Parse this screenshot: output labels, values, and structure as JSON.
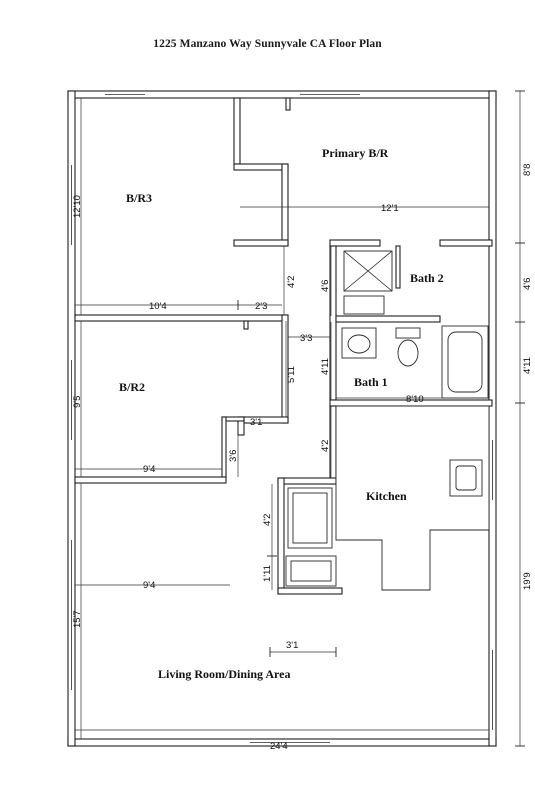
{
  "title": "1225 Manzano Way  Sunnyvale CA Floor Plan",
  "rooms": {
    "br3": "B/R3",
    "primary": "Primary B/R",
    "bath2": "Bath 2",
    "br2": "B/R2",
    "bath1": "Bath 1",
    "kitchen": "Kitchen",
    "living": "Living Room/Dining Area"
  },
  "dimensions": {
    "d_12_10": "12'10",
    "d_12_1": "12'1",
    "d_10_4": "10'4",
    "d_2_3": "2'3",
    "d_4_2_a": "4'2",
    "d_4_6_inner": "4'6",
    "d_3_3": "3'3",
    "d_4_11_inner": "4'11",
    "d_5_11": "5'11",
    "d_9_5": "9'5",
    "d_8_10": "8'10",
    "d_3_1_a": "3'1",
    "d_3_6": "3'6",
    "d_4_2_b": "4'2",
    "d_9_4_a": "9'4",
    "d_4_2_c": "4'2",
    "d_1_11": "1'11",
    "d_9_4_b": "9'4",
    "d_15_7": "15'7",
    "d_3_1_b": "3'1",
    "d_24_4": "24'4",
    "d_8_8": "8'8",
    "d_4_6_outer": "4'6",
    "d_4_11_outer": "4'11",
    "d_19_9": "19'9"
  }
}
